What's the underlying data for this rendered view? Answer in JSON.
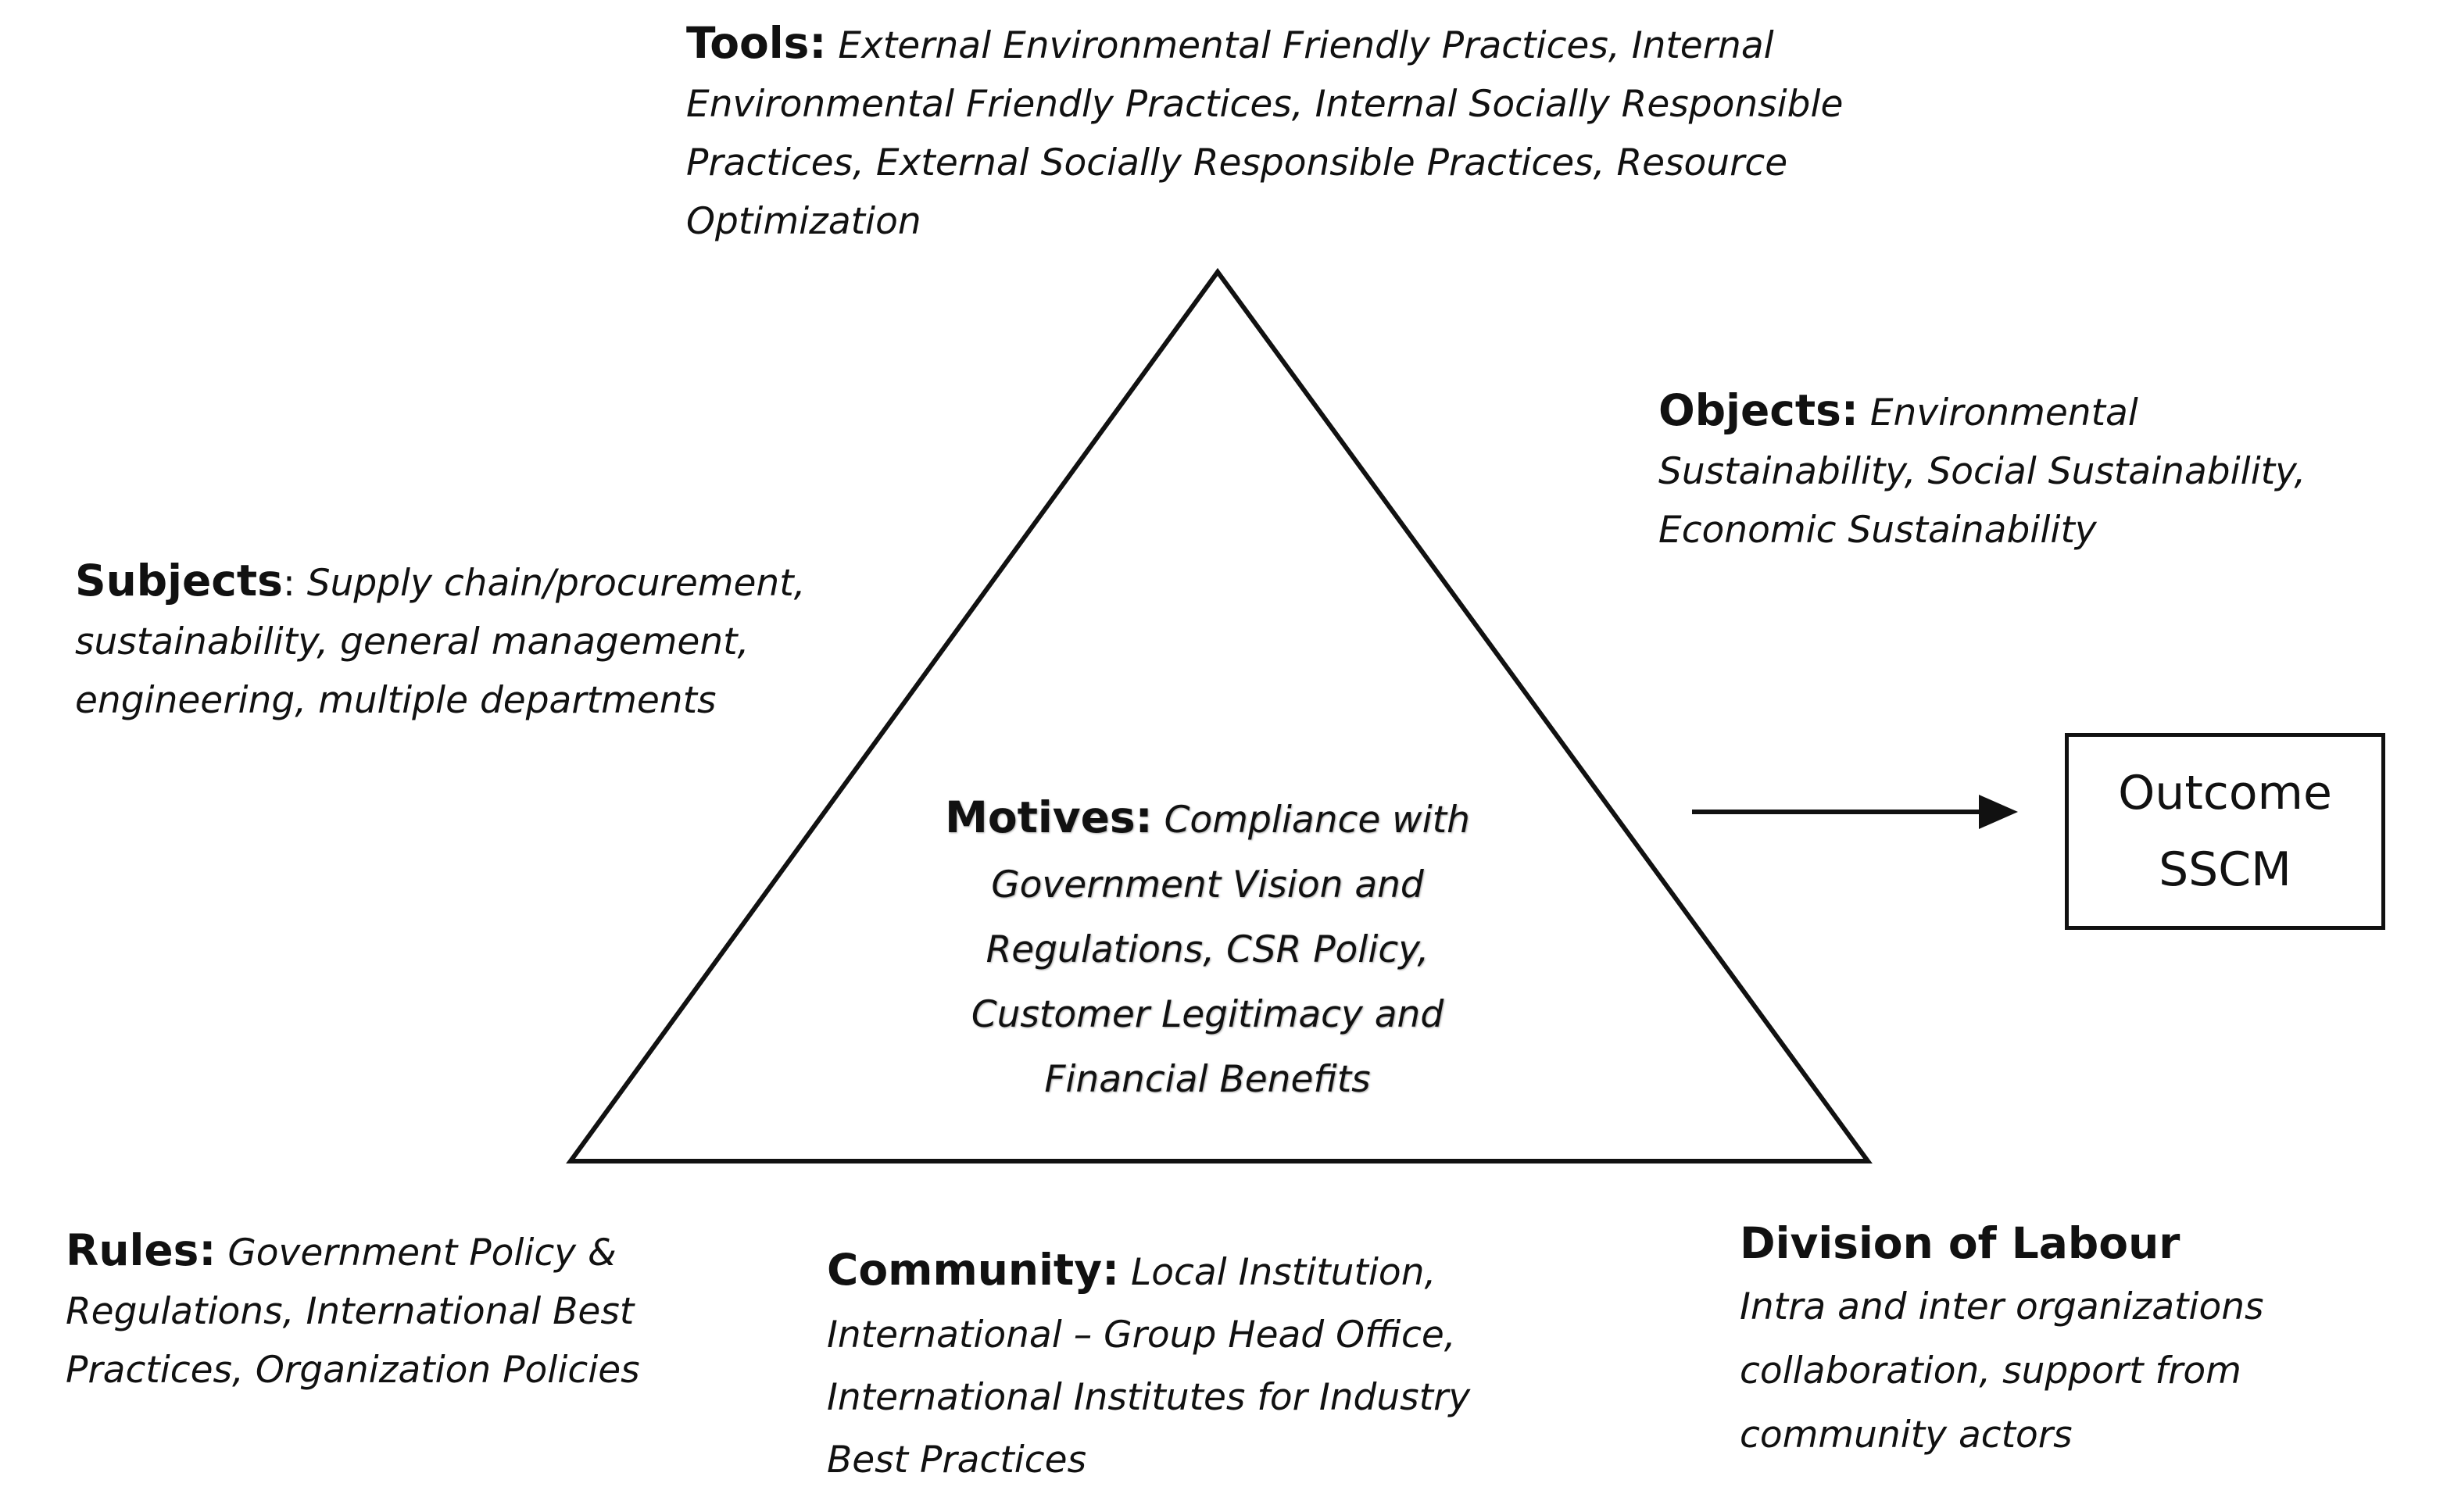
{
  "tools": {
    "label": "Tools:",
    "text": "External Environmental Friendly Practices, Internal Environmental Friendly Practices, Internal Socially Responsible Practices, External Socially Responsible Practices, Resource Optimization"
  },
  "objects": {
    "label": "Objects:",
    "text": "Environmental Sustainability, Social Sustainability, Economic Sustainability"
  },
  "subjects": {
    "label": "Subjects",
    "separator": ":",
    "text": "Supply chain/procurement, sustainability, general management, engineering, multiple departments"
  },
  "motives": {
    "label": "Motives:",
    "text": "Compliance with Government Vision and Regulations, CSR Policy, Customer Legitimacy and Financial Benefits"
  },
  "rules": {
    "label": "Rules:",
    "text": "Government Policy & Regulations, International Best Practices, Organization Policies"
  },
  "community": {
    "label": "Community:",
    "text": "Local Institution, International – Group Head Office, International Institutes for Industry Best Practices"
  },
  "division": {
    "label": "Division of Labour",
    "text": "Intra and inter organizations collaboration, support from community actors"
  },
  "outcome": {
    "line1": "Outcome",
    "line2": "SSCM"
  }
}
